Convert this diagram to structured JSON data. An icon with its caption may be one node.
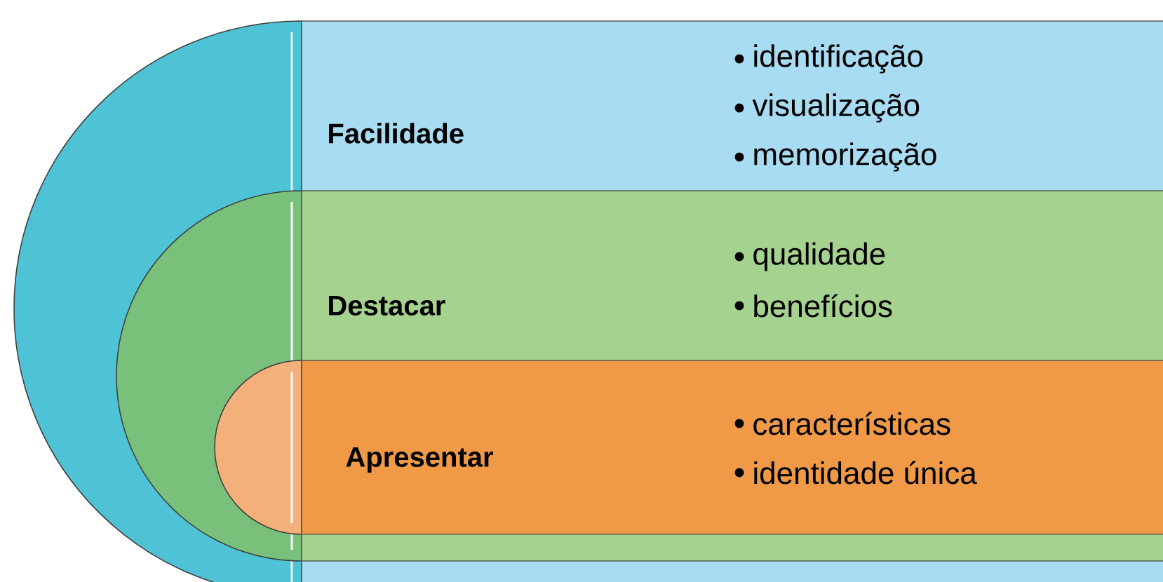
{
  "diagram": {
    "nodes": [
      {
        "text": [
          "Facilidade",
          "identificação",
          "visualização",
          "memorização"
        ]
      },
      {
        "text": [
          "Destacar",
          "qualidade",
          "benefícios"
        ],
        "in": 0
      },
      {
        "text": [
          "Apresentar",
          "características",
          "identidade única"
        ],
        "in": 1
      }
    ]
  }
}
